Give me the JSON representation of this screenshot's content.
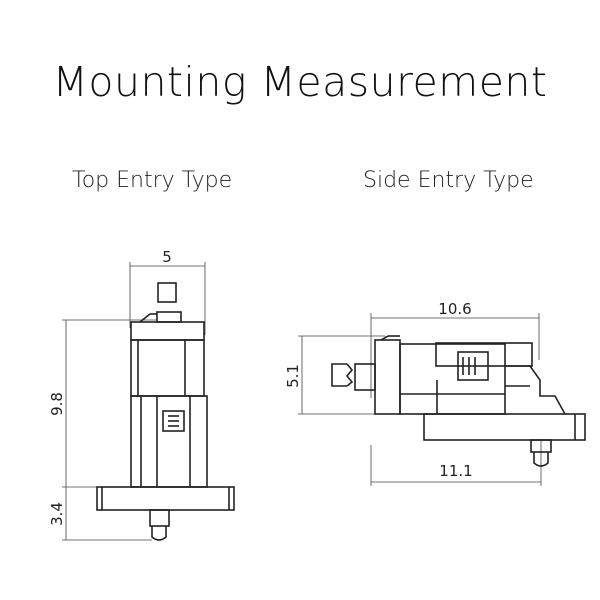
{
  "title": "Mounting Measurement",
  "views": {
    "top_entry": {
      "label": "Top Entry Type",
      "dims": {
        "width": "5",
        "height": "9.8",
        "pin": "3.4"
      }
    },
    "side_entry": {
      "label": "Side Entry Type",
      "dims": {
        "top_length": "10.6",
        "height": "5.1",
        "base_length": "11.1"
      }
    }
  }
}
